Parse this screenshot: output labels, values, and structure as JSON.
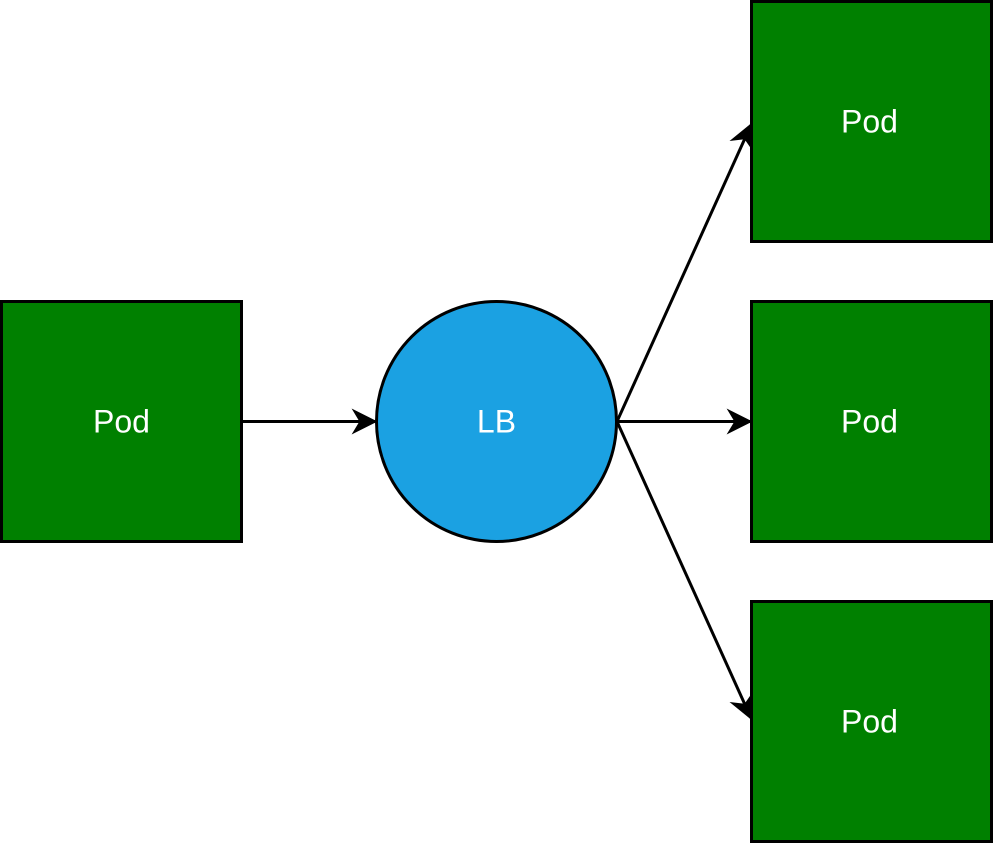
{
  "diagram": {
    "source_pod": {
      "label": "Pod",
      "fill": "#008000"
    },
    "load_balancer": {
      "label": "LB",
      "fill": "#1ba1e2"
    },
    "target_pods": [
      {
        "label": "Pod",
        "fill": "#008000"
      },
      {
        "label": "Pod",
        "fill": "#008000"
      },
      {
        "label": "Pod",
        "fill": "#008000"
      }
    ],
    "edges": [
      {
        "from": "source_pod",
        "to": "load_balancer"
      },
      {
        "from": "load_balancer",
        "to": "target_pods.0"
      },
      {
        "from": "load_balancer",
        "to": "target_pods.1"
      },
      {
        "from": "load_balancer",
        "to": "target_pods.2"
      }
    ],
    "stroke_color": "#000000"
  }
}
